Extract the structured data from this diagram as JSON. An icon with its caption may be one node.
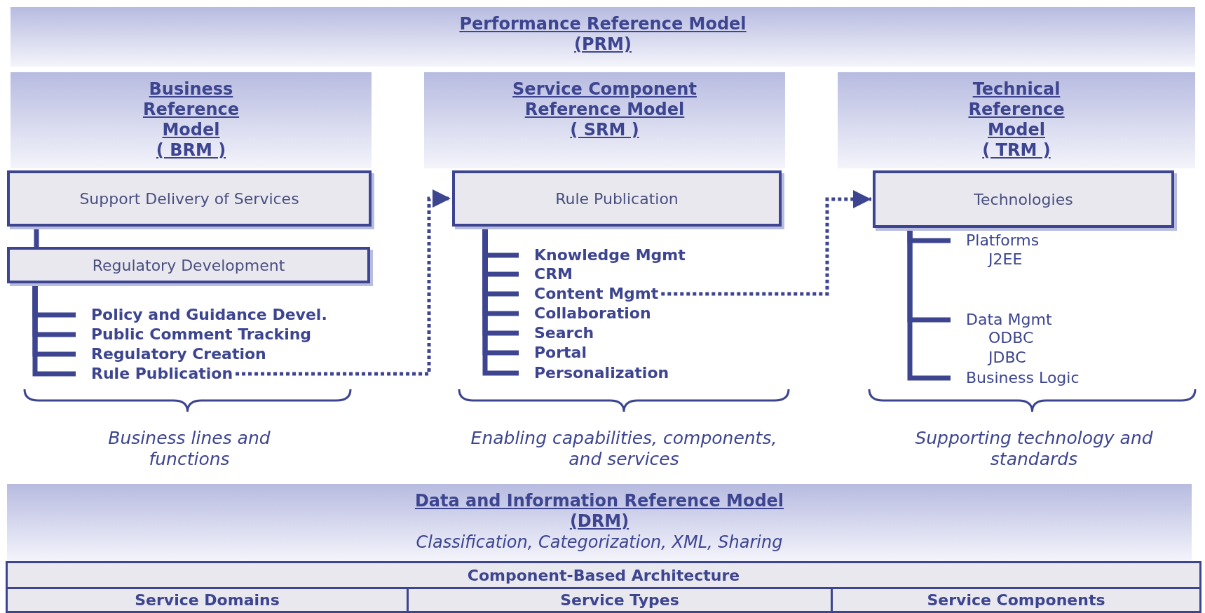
{
  "diagram": {
    "nodes": [
      {
        "text": [
          "Performance Reference Model",
          "(PRM)"
        ]
      },
      {
        "text": [
          "Business Reference Model",
          "( BRM )"
        ]
      },
      {
        "text": [
          "Support Delivery of Services"
        ]
      },
      {
        "text": [
          "Regulatory Development"
        ]
      },
      {
        "text": [
          "Policy and Guidance Devel."
        ]
      },
      {
        "text": [
          "Public Comment Tracking"
        ]
      },
      {
        "text": [
          "Regulatory Creation"
        ]
      },
      {
        "text": [
          "Rule Publication"
        ]
      },
      {
        "text": [
          "Service Component Reference Model",
          "( SRM )"
        ]
      },
      {
        "text": [
          "Rule Publication"
        ]
      },
      {
        "text": [
          "Knowledge Mgmt"
        ]
      },
      {
        "text": [
          "CRM"
        ]
      },
      {
        "text": [
          "Content Mgmt"
        ]
      },
      {
        "text": [
          "Collaboration"
        ]
      },
      {
        "text": [
          "Search"
        ]
      },
      {
        "text": [
          "Portal"
        ]
      },
      {
        "text": [
          "Personalization"
        ]
      },
      {
        "text": [
          "Technical Reference Model",
          "( TRM )"
        ]
      },
      {
        "text": [
          "Technologies"
        ]
      },
      {
        "text": [
          "Platforms"
        ]
      },
      {
        "text": [
          "Data Mgmt"
        ]
      },
      {
        "text": [
          "Business Logic"
        ]
      },
      {
        "text": [
          "Data and Information Reference Model",
          "(DRM)",
          "Classification, Categorization, XML, Sharing"
        ]
      },
      {
        "text": [
          "Component-Based Architecture"
        ]
      },
      {
        "text": [
          "Service Domains"
        ]
      },
      {
        "text": [
          "Service Types"
        ]
      },
      {
        "text": [
          "Service Components"
        ]
      }
    ],
    "edges": [
      {
        "from": 2,
        "to": 3,
        "arrow": "none"
      },
      {
        "from": 3,
        "to": 4,
        "arrow": "none"
      },
      {
        "from": 3,
        "to": 5,
        "arrow": "none"
      },
      {
        "from": 3,
        "to": 6,
        "arrow": "none"
      },
      {
        "from": 3,
        "to": 7,
        "arrow": "none"
      },
      {
        "from": 9,
        "to": 10,
        "arrow": "none"
      },
      {
        "from": 9,
        "to": 11,
        "arrow": "none"
      },
      {
        "from": 9,
        "to": 12,
        "arrow": "none"
      },
      {
        "from": 9,
        "to": 13,
        "arrow": "none"
      },
      {
        "from": 9,
        "to": 14,
        "arrow": "none"
      },
      {
        "from": 9,
        "to": 15,
        "arrow": "none"
      },
      {
        "from": 9,
        "to": 16,
        "arrow": "none"
      },
      {
        "from": 18,
        "to": 19,
        "arrow": "none"
      },
      {
        "from": 18,
        "to": 20,
        "arrow": "none"
      },
      {
        "from": 18,
        "to": 21,
        "arrow": "none"
      },
      {
        "from": 7,
        "to": 9,
        "arrow": "to",
        "style": "dashed"
      },
      {
        "from": 12,
        "to": 18,
        "arrow": "to",
        "style": "dashed"
      }
    ],
    "labels": [
      "J2EE",
      "ODBC",
      "JDBC",
      "Business lines and functions",
      "Enabling capabilities, components, and services",
      "Supporting technology and standards"
    ]
  }
}
